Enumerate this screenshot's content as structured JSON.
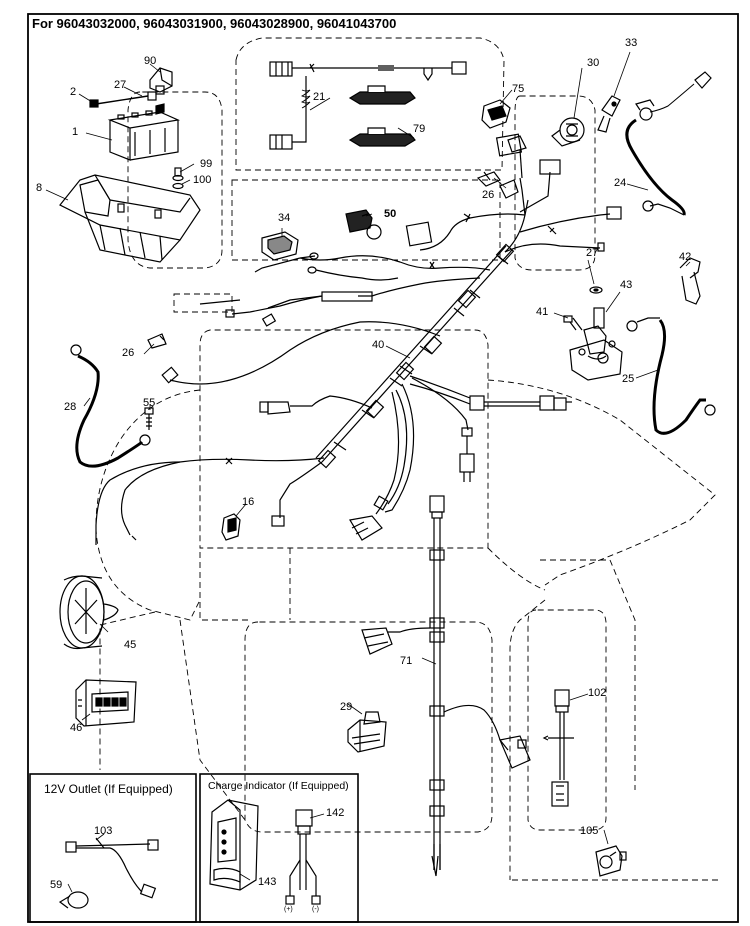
{
  "header": {
    "title": "For 96043032000, 96043031900, 96043028900, 96041043700"
  },
  "callouts": {
    "c1": "1",
    "c2": "2",
    "c8": "8",
    "c16": "16",
    "c21": "21",
    "c24": "24",
    "c25": "25",
    "c26a": "26",
    "c26b": "26",
    "c27a": "27",
    "c27b": "27",
    "c28": "28",
    "c29": "29",
    "c30": "30",
    "c33": "33",
    "c34": "34",
    "c40": "40",
    "c41": "41",
    "c42": "42",
    "c43": "43",
    "c45": "45",
    "c46": "46",
    "c50": "50",
    "c55": "55",
    "c59": "59",
    "c71": "71",
    "c75": "75",
    "c79": "79",
    "c90": "90",
    "c99": "99",
    "c100": "100",
    "c102": "102",
    "c103": "103",
    "c105": "105",
    "c142": "142",
    "c143": "143"
  },
  "insets": {
    "outlet_title": "12V Outlet (If Equipped)",
    "charge_title": "Charge Indicator (If Equipped)",
    "plus_label": "(+)",
    "minus_label": "(-)"
  }
}
